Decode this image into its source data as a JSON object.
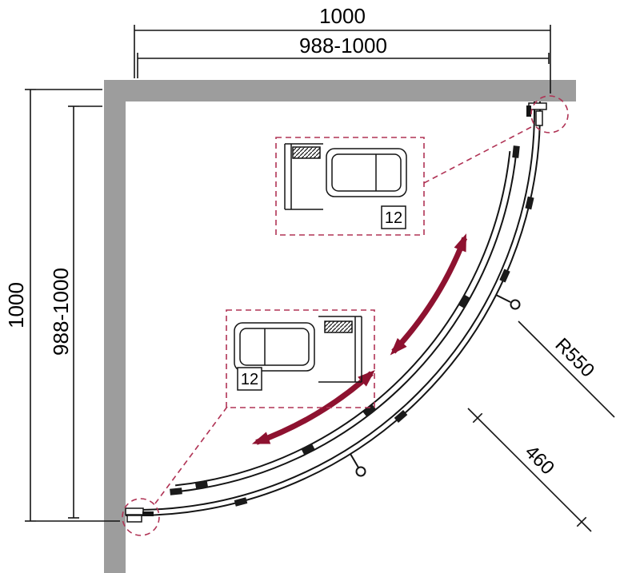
{
  "colors": {
    "wall": "#9d9d9d",
    "line": "#141414",
    "accent": "#8e1230",
    "callout": "#b03355"
  },
  "dimensions": {
    "width_outer": "1000",
    "width_inner": "988-1000",
    "height_outer": "1000",
    "height_inner": "988-1000",
    "radius": "R550",
    "entry": "460"
  },
  "details": {
    "top_label": "12",
    "bottom_label": "12"
  }
}
